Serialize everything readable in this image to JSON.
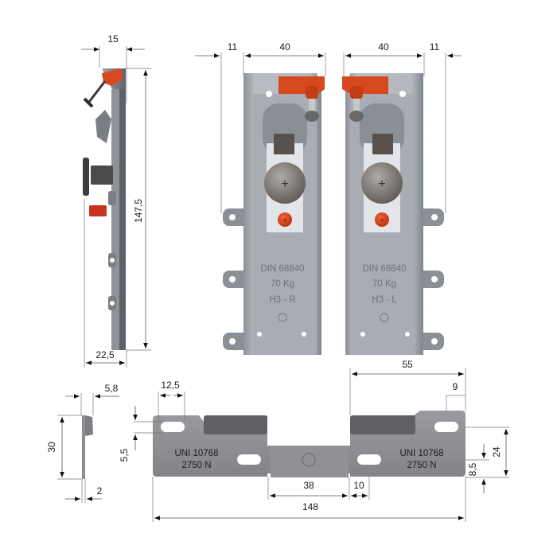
{
  "title": "Drawer runner bracket technical drawing",
  "colors": {
    "metal_light": "#b9bdc3",
    "metal_mid": "#9a9ea5",
    "metal_dark": "#6f7279",
    "plate": "#8d8e92",
    "accent_orange": "#d8481e",
    "dimension_line": "#555555"
  },
  "side_view": {
    "dims": {
      "top_width": "15",
      "height": "147,5",
      "bottom_width": "22,5"
    }
  },
  "front_views": {
    "dims": {
      "left_offset": "11",
      "left_width": "40",
      "right_width": "40",
      "right_offset": "11"
    },
    "right_bracket": {
      "line1": "DIN 68840",
      "line2": "70 Kg",
      "line3": "H3 - R"
    },
    "left_bracket": {
      "line1": "DIN 68840",
      "line2": "70 Kg",
      "line3": "H3 - L"
    }
  },
  "plate_side_view": {
    "dims": {
      "flange": "5,8",
      "height": "30",
      "thickness": "2"
    }
  },
  "plate_front_view": {
    "dims": {
      "slot_width": "12,5",
      "slot_height": "5,5",
      "half_width": "55",
      "slot_edge": "9",
      "total_height": "24",
      "slot_bottom": "8,5",
      "center_width": "38",
      "step": "10",
      "total_width": "148"
    },
    "left_label": {
      "line1": "UNI 10768",
      "line2": "2750 N"
    },
    "right_label": {
      "line1": "UNI 10768",
      "line2": "2750 N"
    }
  }
}
